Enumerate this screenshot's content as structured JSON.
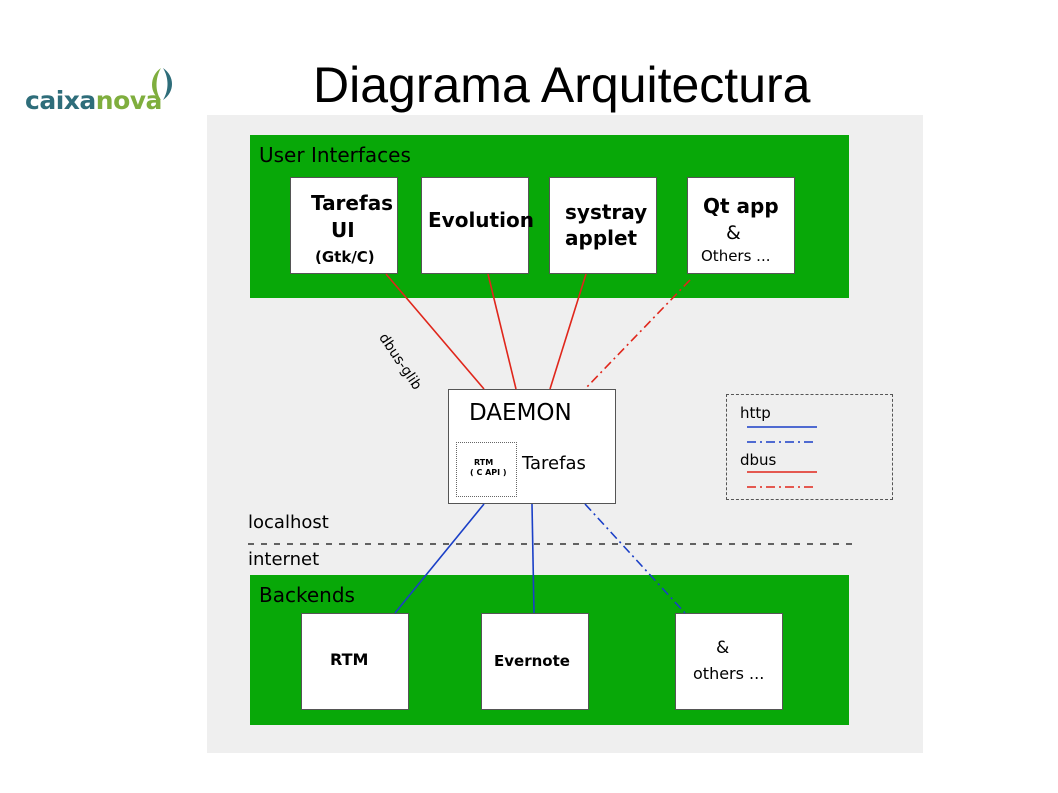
{
  "slide": {
    "title": "Diagrama Arquitectura",
    "logo": {
      "part1": "caixa",
      "part2": "nova"
    }
  },
  "diagram": {
    "user_interfaces": {
      "label": "User Interfaces",
      "tarefas_ui": {
        "line1": "Tarefas",
        "line2": "UI",
        "line3": "(Gtk/C)"
      },
      "evolution": {
        "label": "Evolution"
      },
      "systray": {
        "line1": "systray",
        "line2": "applet"
      },
      "qt_app": {
        "line1": "Qt app",
        "line2": "&",
        "line3": "Others ..."
      }
    },
    "dbus_glib_label": "dbus-glib",
    "daemon": {
      "title": "DAEMON",
      "tarefas": "Tarefas",
      "rtm_capi": {
        "line1": "RTM",
        "line2": "( C API )"
      }
    },
    "legend": {
      "http": "http",
      "dbus": "dbus"
    },
    "localhost_label": "localhost",
    "internet_label": "internet",
    "backends": {
      "label": "Backends",
      "rtm": "RTM",
      "evernote": "Evernote",
      "others": {
        "line1": "&",
        "line2": "others ..."
      }
    },
    "colors": {
      "green": "#08a808",
      "http": "#1a3fc7",
      "dbus": "#e0261b"
    }
  }
}
